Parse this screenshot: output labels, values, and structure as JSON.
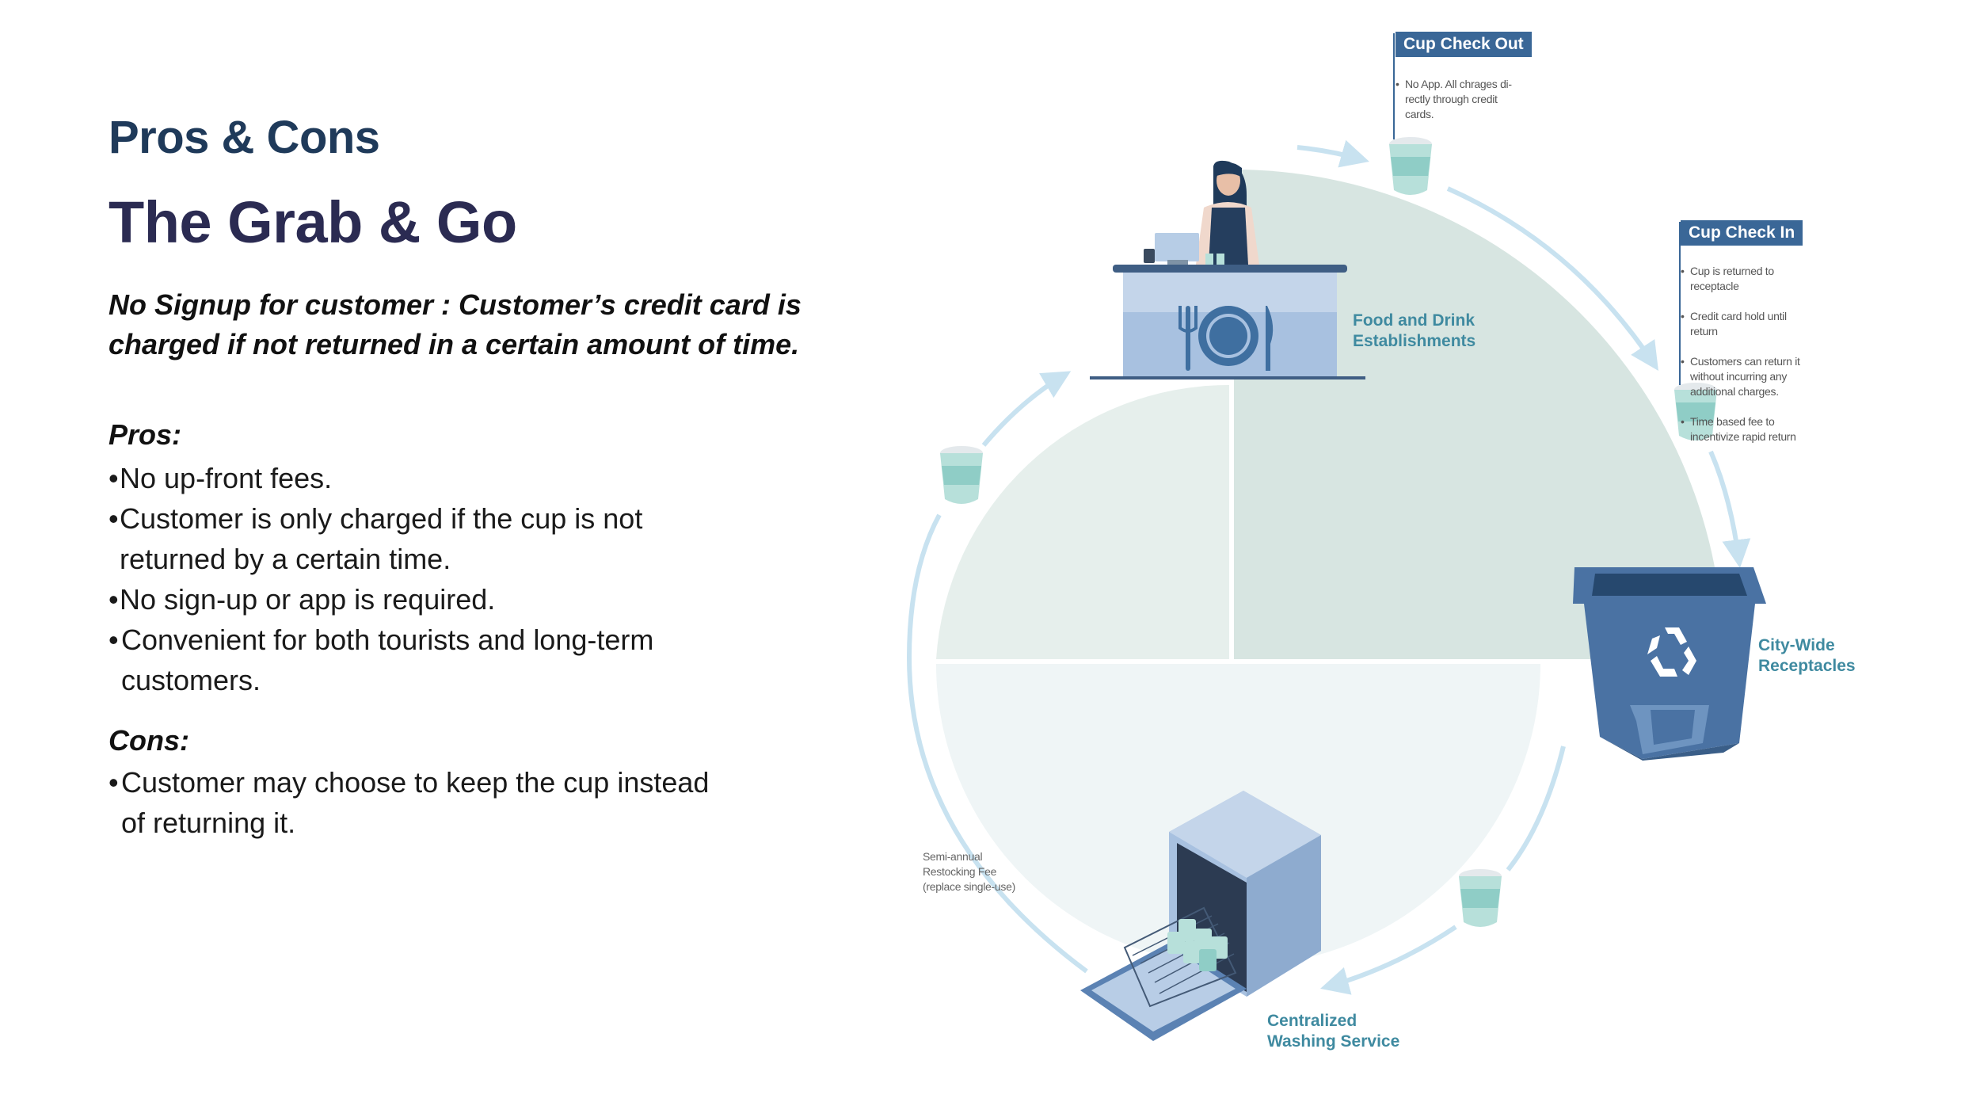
{
  "eyebrow": "Pros & Cons",
  "title": "The Grab & Go",
  "summary": "No Signup for customer : Customer’s credit card is charged if not returned in a certain amount of time.",
  "pros": {
    "heading": "Pros:",
    "items": [
      "No up-front fees.",
      "Customer is only charged if the cup is not returned by a certain time.",
      "No sign-up or app is required.",
      "Convenient for both tourists and long-term customers."
    ]
  },
  "cons": {
    "heading": "Cons:",
    "items": [
      "Customer may choose to keep the cup instead of returning it."
    ]
  },
  "diagram": {
    "stages": {
      "food": "Food and Drink\nEstablishments",
      "receptacles": "City-Wide\nReceptacles",
      "washing": "Centralized\nWashing Service"
    },
    "check_out": {
      "title": "Cup Check Out",
      "items": [
        "No App. All chrages di-\nrectly through credit\ncards."
      ]
    },
    "check_in": {
      "title": "Cup Check In",
      "items": [
        "Cup is returned to\nreceptacle",
        "Credit card hold until\nreturn",
        "Customers can return it\nwithout incurring any\nadditional charges.",
        "Time based fee to\nincentivize rapid return"
      ]
    },
    "restock_note": "Semi-annual\nRestocking Fee\n(replace single-use)",
    "colors": {
      "sector_food": "#d7e5e1",
      "sector_left": "#e6efec",
      "sector_bottom": "#eff5f6",
      "arrow": "#c8e2f0",
      "callout": "#3a6797",
      "stage_label": "#3f8aa0",
      "bin": "#4a72a3",
      "counter": "#a8c1e0",
      "cup": "#8fcdc6"
    }
  }
}
